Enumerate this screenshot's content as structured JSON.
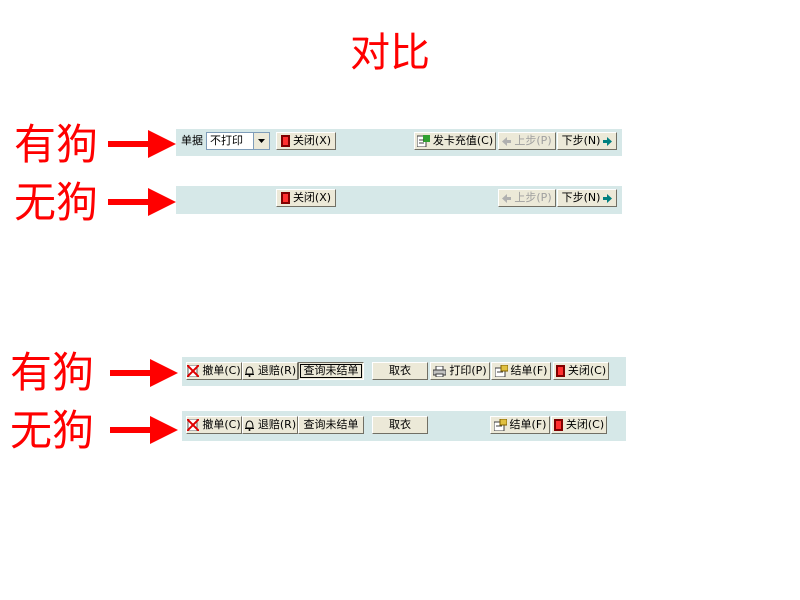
{
  "title": "对比",
  "labels": {
    "with_dongle": "有狗",
    "without_dongle": "无狗"
  },
  "toolbar1_with": {
    "doc_label": "单据",
    "print_select": "不打印",
    "close": "关闭(X)",
    "recharge": "发卡充值(C)",
    "prev": "上步(P)",
    "next": "下步(N)"
  },
  "toolbar1_without": {
    "close": "关闭(X)",
    "prev": "上步(P)",
    "next": "下步(N)"
  },
  "toolbar2_with": {
    "cancel_order": "撤单(C)",
    "refund": "退赔(R)",
    "query_unsettled": "查询未结单",
    "take_clothes": "取衣",
    "print": "打印(P)",
    "settle": "结单(F)",
    "close": "关闭(C)"
  },
  "toolbar2_without": {
    "cancel_order": "撤单(C)",
    "refund": "退赔(R)",
    "query_unsettled": "查询未结单",
    "take_clothes": "取衣",
    "settle": "结单(F)",
    "close": "关闭(C)"
  },
  "colors": {
    "accent_red": "#ff0000",
    "toolbar_bg": "#d6e8e8",
    "button_face": "#ece9d8"
  }
}
